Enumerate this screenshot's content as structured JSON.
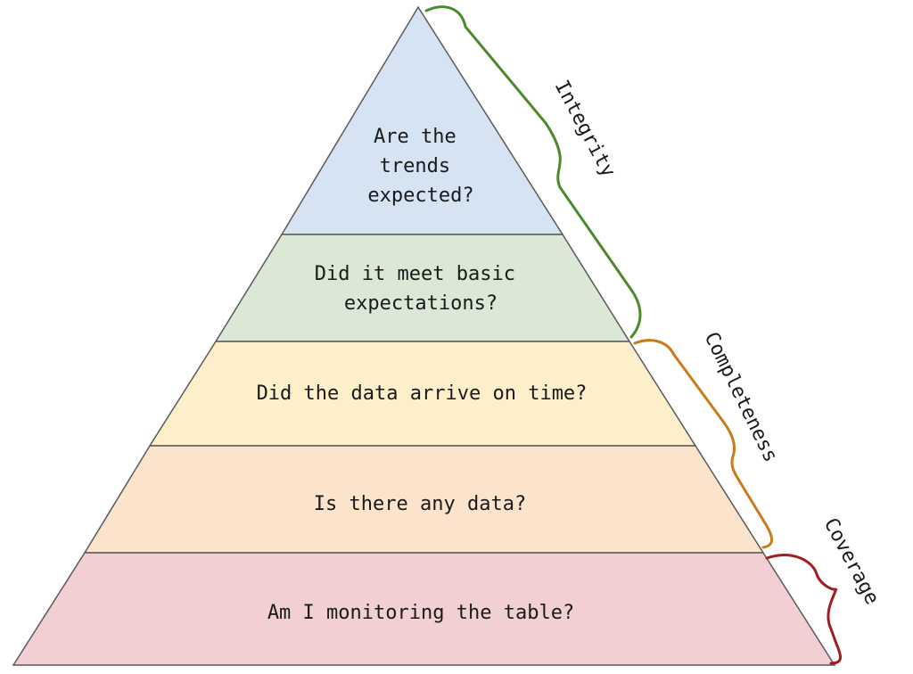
{
  "pyramid": {
    "tiers": [
      {
        "lines": [
          "Are the",
          "trends",
          "expected?"
        ],
        "color": "#d6e3f3"
      },
      {
        "lines": [
          "Did it meet basic",
          "expectations?"
        ],
        "color": "#dbe8d5"
      },
      {
        "lines": [
          "Did the data arrive on time?"
        ],
        "color": "#fdefc9"
      },
      {
        "lines": [
          "Is there any data?"
        ],
        "color": "#fbe3cc"
      },
      {
        "lines": [
          "Am I monitoring the table?"
        ],
        "color": "#f1cfd2"
      }
    ],
    "outline_color": "#5a5a5a"
  },
  "braces": [
    {
      "label": "Integrity",
      "color": "#4a8a2a"
    },
    {
      "label": "Completeness",
      "color": "#c97a1a"
    },
    {
      "label": "Coverage",
      "color": "#a01e1e"
    }
  ]
}
